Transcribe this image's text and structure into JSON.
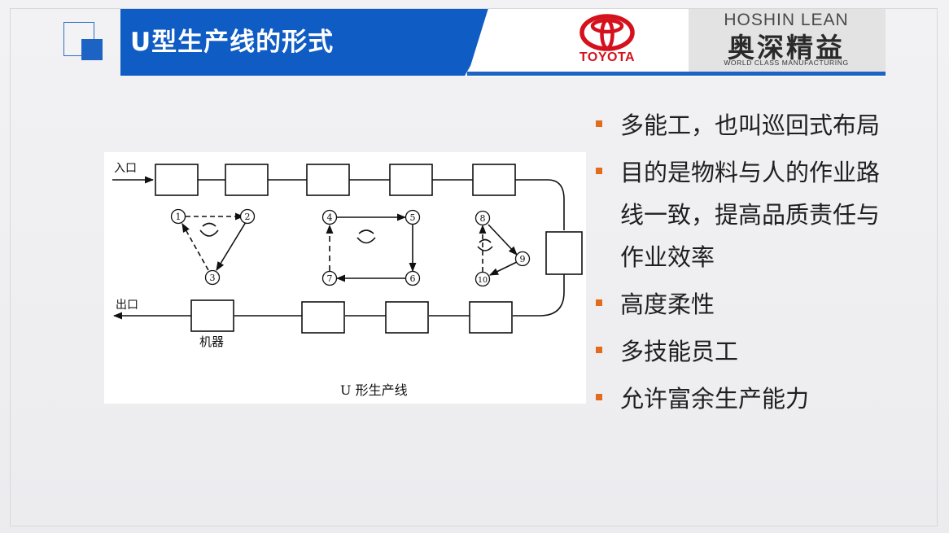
{
  "title": "U型生产线的形式",
  "toyota": {
    "wordmark": "TOYOTA"
  },
  "hoshin": {
    "name": "HOSHIN LEAN",
    "chinese": "奥深精益",
    "tagline": "WORLD CLASS MANUFACTURING"
  },
  "diagram": {
    "entrance_label": "入口",
    "exit_label": "出口",
    "machine_label": "机器",
    "caption": "U 形生产线",
    "nodes": [
      "1",
      "2",
      "3",
      "4",
      "5",
      "6",
      "7",
      "8",
      "9",
      "10"
    ]
  },
  "bullets": [
    "多能工，也叫巡回式布局",
    "目的是物料与人的作业路线一致，提高品质责任与作业效率",
    "高度柔性",
    "多技能员工",
    "允许富余生产能力"
  ],
  "colors": {
    "title_band": "#0f5cc4",
    "bullet_marker": "#e36c1c",
    "toyota_red": "#d4111c"
  }
}
